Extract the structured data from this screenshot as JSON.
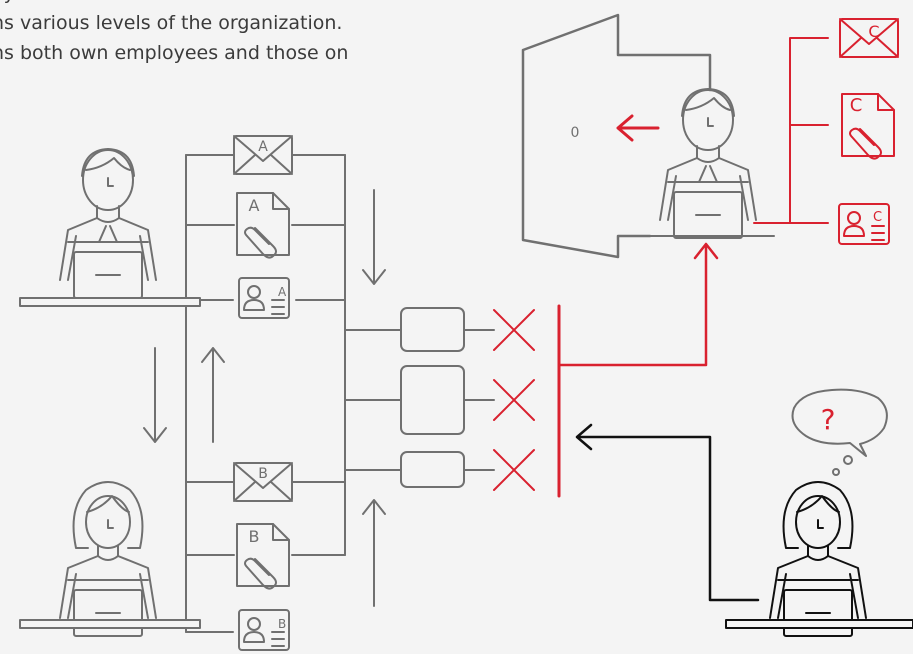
{
  "caption": {
    "line1": "oyee location.",
    "line2": "ns various levels of the organization.",
    "line3": "ns both own employees and those on",
    "line4": "."
  },
  "documents": {
    "a_letter": "A",
    "a_file": "A",
    "a_card": "A",
    "b_letter": "B",
    "b_file": "B",
    "b_card": "B",
    "c_letter": "C",
    "c_file": "C",
    "c_card": "C"
  },
  "door_label": "0",
  "thought_bubble": "?",
  "colors": {
    "gray": "#707070",
    "red": "#d9212f",
    "black": "#111111",
    "background": "#f4f4f4"
  }
}
